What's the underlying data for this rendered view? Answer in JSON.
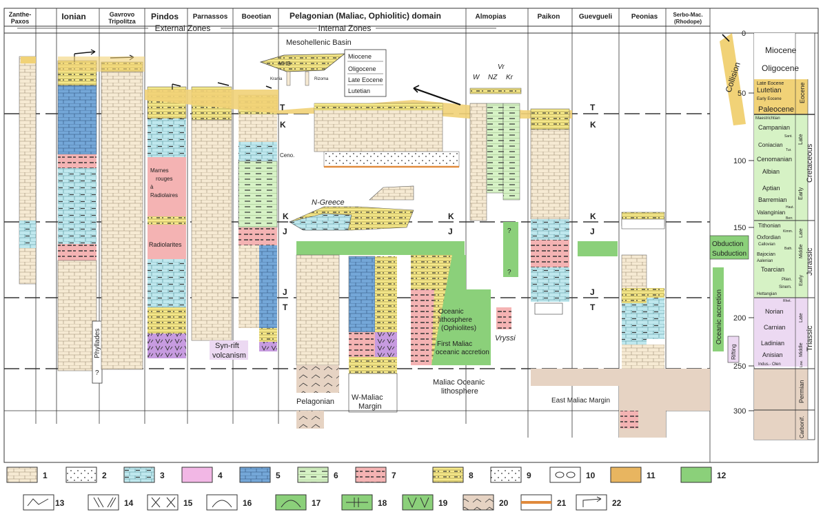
{
  "columns": [
    {
      "name": "Zanthe-\nPaxos"
    },
    {
      "name": "Ionian"
    },
    {
      "name": "Gavrovo\nTripolitza"
    },
    {
      "name": "Pindos"
    },
    {
      "name": "Parnassos"
    },
    {
      "name": "Boeotian"
    },
    {
      "name": "Pelagonian (Maliac, Ophiolitic) domain"
    },
    {
      "name": "Almopias"
    },
    {
      "name": "Paikon"
    },
    {
      "name": "Guevgueli"
    },
    {
      "name": "Peonias"
    },
    {
      "name": "Serbo-Mac.\n(Rhodope)"
    }
  ],
  "zones": {
    "external": "External Zones",
    "internal": "Internal Zones"
  },
  "labels": {
    "mesohellenic": "Mesohellenic Basin",
    "mhb": "MHB",
    "krania": "Krania",
    "rizoma": "Rizoma",
    "mhb_legend": [
      "Miocene",
      "Oligocene",
      "Late Eocene",
      "Lutetian"
    ],
    "almopias_sub": [
      "W",
      "NZ",
      "Kr"
    ],
    "vr": "Vr",
    "T": "T",
    "K": "K",
    "J": "J",
    "Ceno": "Ceno.",
    "marnes": [
      "Marnes",
      "rouges",
      "à",
      "Radiolaires"
    ],
    "radiolarites": "Radiolarites",
    "phyllades": "Phyllades",
    "q": "?",
    "synrift": [
      "Syn-rift",
      "volcanism"
    ],
    "ngreece": "N-Greece",
    "oceanic_litho": [
      "Oceanic",
      "lithosphere",
      "(Ophiolites)"
    ],
    "first_maliac": [
      "First Maliac",
      "oceanic accretion"
    ],
    "maliac_oceanic": [
      "Maliac Oceanic",
      "lithosphere"
    ],
    "vryssi": "Vryssi",
    "pelagonian": "Pelagonian",
    "wmaliac": [
      "W-Maliac",
      "Margin"
    ],
    "emaliac": "East Maliac Margin",
    "collision": "Collision",
    "obduction": "Obduction",
    "subduction": "Subduction",
    "oceanic_accretion": "Oceanic accretion",
    "rifting": "Rifting"
  },
  "timescale": {
    "ticks": [
      "0",
      "50",
      "100",
      "150",
      "200",
      "250",
      "300"
    ],
    "epochs": [
      "Miocene",
      "Oligocene",
      "Late Eocene",
      "Lutetian",
      "Early Eocene",
      "Paleocene"
    ],
    "eocene": "Eocene",
    "cretaceous_stages": [
      "Maestrichtian",
      "Campanian",
      "Sant.",
      "Coniacian",
      "Tur.",
      "Cenomanian",
      "Albian",
      "Aptian",
      "Barremian",
      "Haut.",
      "Valanginian",
      "Berr."
    ],
    "cretaceous": "Cretaceous",
    "late": "Late",
    "early": "Early",
    "middle": "Middle",
    "jurassic_stages": [
      "Tithonian",
      "Kimm.",
      "Oxfordian",
      "Callovian",
      "Bath.",
      "Bajocian",
      "Aalenian",
      "Toarcian",
      "Plien.",
      "Sinem.",
      "Hettangian"
    ],
    "jurassic": "Jurassic",
    "triassic_stages": [
      "Rhet.",
      "Norian",
      "Carnian",
      "Ladinian",
      "Anisian",
      "Indus.- Olen"
    ],
    "triassic": "Triassic",
    "lwr": "Low.",
    "permian": "Permian",
    "carbonif": "Carbonif."
  },
  "legend": [
    "1",
    "2",
    "3",
    "4",
    "5",
    "6",
    "7",
    "8",
    "9",
    "10",
    "11",
    "12",
    "13",
    "14",
    "15",
    "16",
    "17",
    "18",
    "19",
    "20",
    "21",
    "22"
  ],
  "colors": {
    "cream": "#f6ead3",
    "blue": "#74a7d8",
    "cyan": "#bfe8ee",
    "pink": "#f4b3b3",
    "yellow": "#f7ea8c",
    "green": "#8bd07a",
    "purple": "#c79be0",
    "tan": "#e6d3c3",
    "orange": "#e99d55",
    "paleog": "#f1d277",
    "lgreen": "#d6f2c5",
    "lpink": "#ecd9f2"
  }
}
